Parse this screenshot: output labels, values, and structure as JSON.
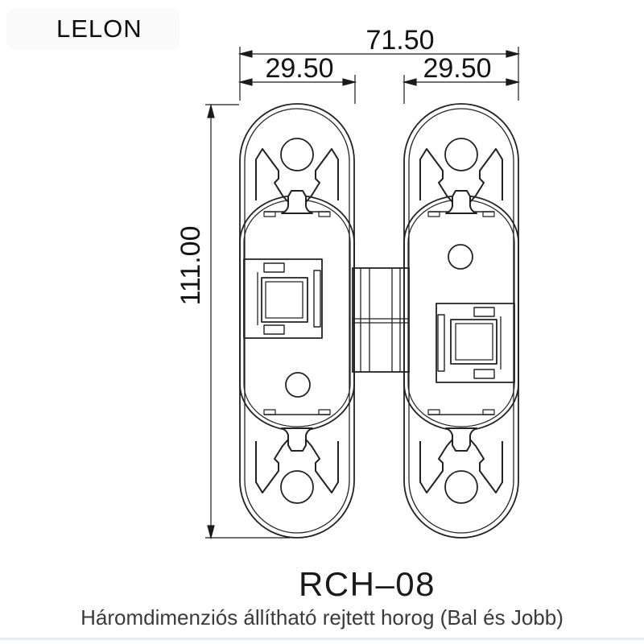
{
  "brand": "LELON",
  "product": {
    "model": "RCH–08",
    "caption": "Háromdimenziós állítható rejtett horog (Bal és Jobb)"
  },
  "dimensions": {
    "overall_width": "71.50",
    "left_leaf_width": "29.50",
    "right_leaf_width": "29.50",
    "height": "111.00"
  },
  "drawing": {
    "type": "technical-drawing",
    "subject": "concealed 3D adjustable hinge, two leaves joined by center knuckle",
    "units_implied": "mm"
  },
  "colors": {
    "background": "#ffffff",
    "line": "#222222",
    "dimension_text": "#141414",
    "caption_text": "#3a3a3a",
    "divider": "#e9edf1"
  }
}
